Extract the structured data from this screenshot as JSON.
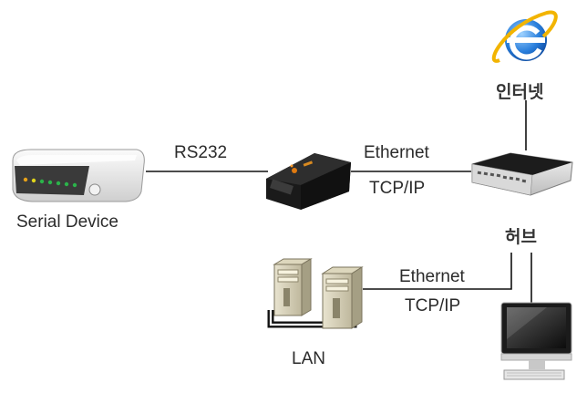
{
  "diagram": {
    "nodes": {
      "serial_device": {
        "label": "Serial Device",
        "icon": "serial-device-icon"
      },
      "converter": {
        "label": "",
        "icon": "serial-ethernet-converter-icon"
      },
      "hub": {
        "label": "허브",
        "icon": "network-hub-icon"
      },
      "internet": {
        "label": "인터넷",
        "icon": "internet-explorer-icon"
      },
      "lan": {
        "label": "LAN",
        "icon": "lan-servers-icon"
      },
      "computer": {
        "label": "",
        "icon": "desktop-computer-icon"
      }
    },
    "links": {
      "serial": {
        "label": "RS232"
      },
      "converter_to_hub": {
        "protocol": "Ethernet",
        "transport": "TCP/IP"
      },
      "hub_to_lan": {
        "protocol": "Ethernet",
        "transport": "TCP/IP"
      }
    },
    "colors": {
      "line": "#111111",
      "text": "#2b2b2b",
      "ie_blue": "#1e6fd0",
      "ie_ring": "#f2b400",
      "led_green": "#2bb34a"
    }
  }
}
